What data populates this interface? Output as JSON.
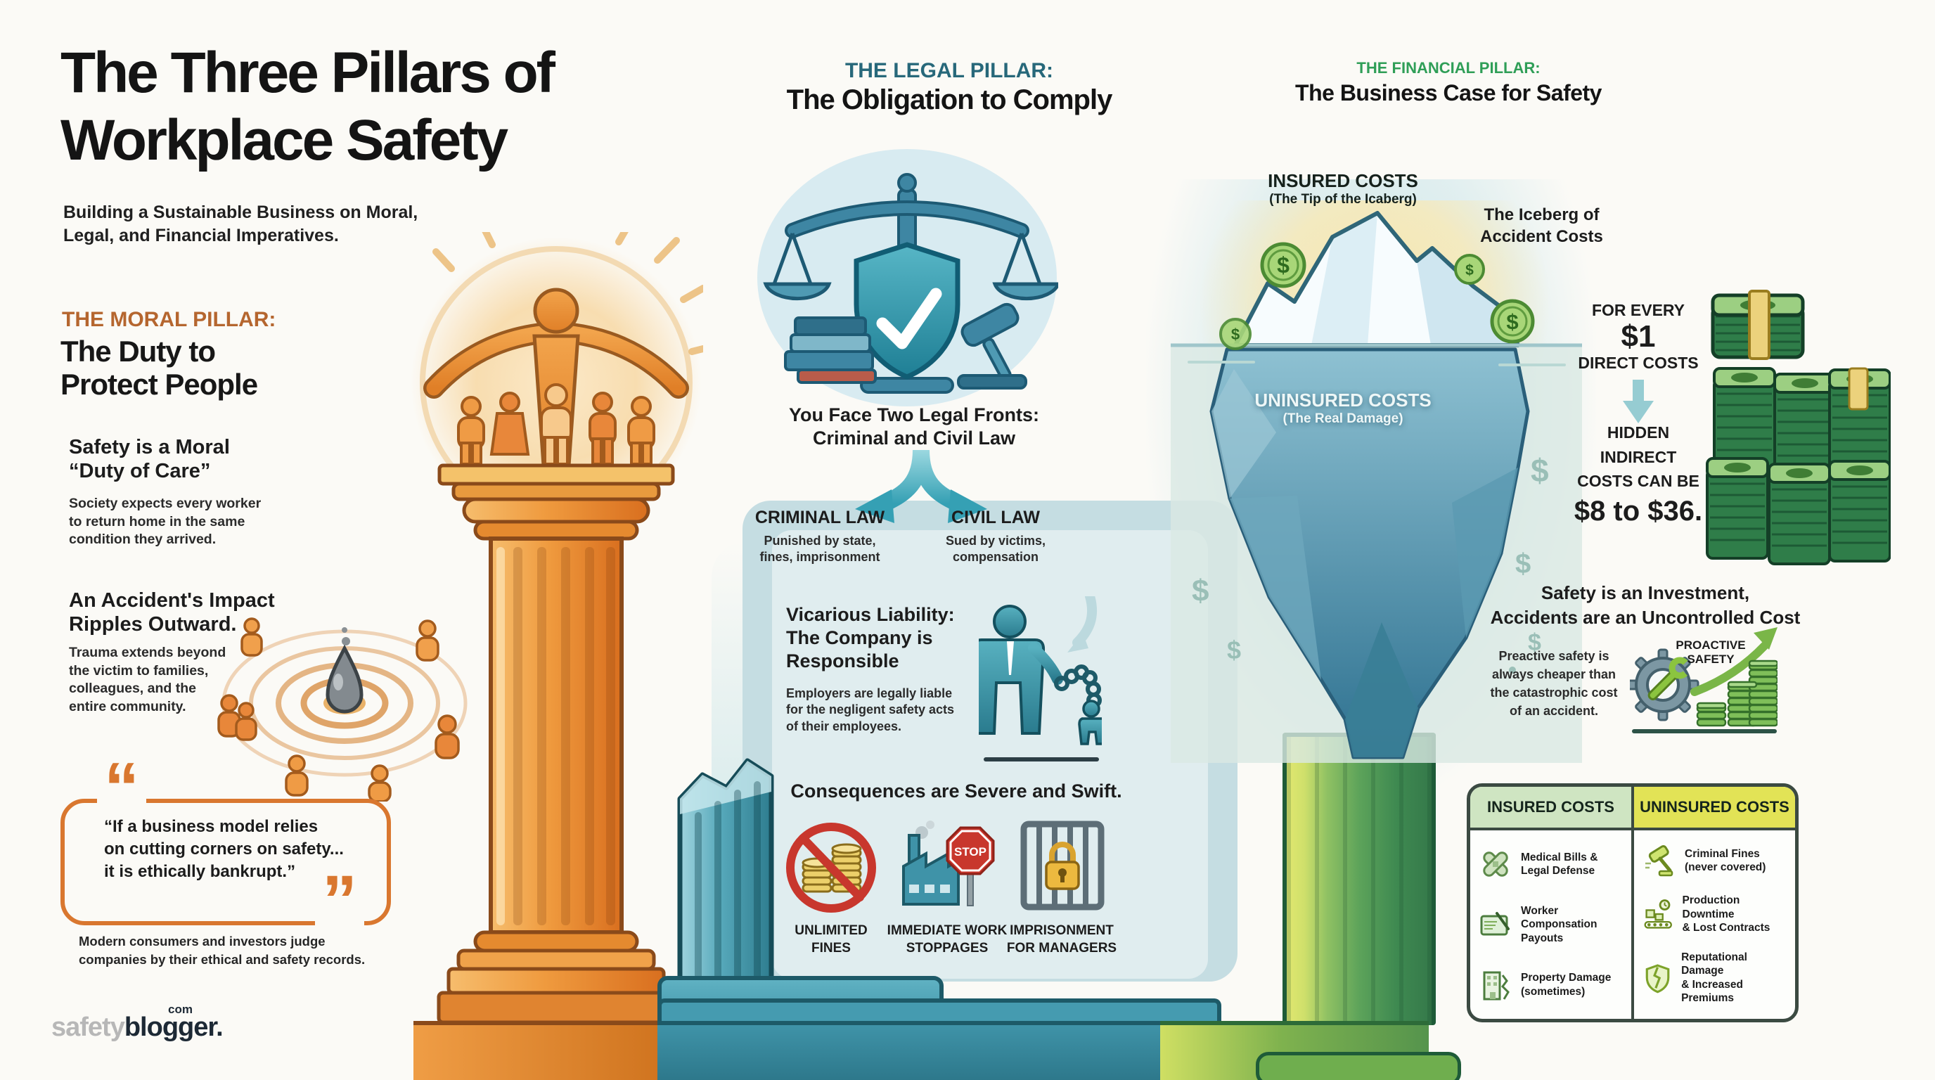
{
  "header": {
    "title": "The Three Pillars of\nWorkplace Safety",
    "subtitle": "Building a Sustainable Business on Moral,\nLegal, and Financial Imperatives."
  },
  "moral": {
    "kicker": "THE MORAL PILLAR:",
    "heading": "The Duty to\nProtect People",
    "duty_title": "Safety is a Moral\n“Duty of Care”",
    "duty_body": "Society expects every worker\nto return home in the same\ncondition they arrived.",
    "ripple_title": "An Accident's Impact\nRipples Outward.",
    "ripple_body": "Trauma extends beyond\nthe victim to families,\ncolleagues, and the\nentire community.",
    "quote": "“If a business model relies\non cutting corners on safety...\nit is ethically bankrupt.”",
    "quote_caption": "Modern consumers and investors judge\ncompanies by their ethical and safety records.",
    "open_quote": "“",
    "close_quote": "”",
    "accent_color": "#b5662f"
  },
  "legal": {
    "kicker": "THE LEGAL PILLAR:",
    "heading": "The Obligation to Comply",
    "fronts_title": "You Face Two Legal Fronts:\nCriminal and Civil Law",
    "criminal_title": "CRIMINAL LAW",
    "criminal_body": "Punished by state,\nfines, imprisonment",
    "civil_title": "CIVIL LAW",
    "civil_body": "Sued by victims,\ncompensation",
    "vicarious_title": "Vicarious Liability:\nThe Company is\nResponsible",
    "vicarious_body": "Employers are legally liable\nfor the negligent safety acts\nof their employees.",
    "consequences_title": "Consequences are Severe and Swift.",
    "stop_sign_label": "STOP",
    "consequences": [
      {
        "label": "UNLIMITED\nFINES",
        "icon": "no-coins-icon"
      },
      {
        "label": "IMMEDIATE WORK\nSTOPPAGES",
        "icon": "factory-stop-icon"
      },
      {
        "label": "IMPRISONMENT\nFOR MANAGERS",
        "icon": "jail-padlock-icon"
      }
    ],
    "accent_color": "#27687a"
  },
  "financial": {
    "kicker": "THE FINANCIAL PILLAR:",
    "heading": "The Business Case for Safety",
    "insured_label": "INSURED COSTS",
    "insured_sub": "(The Tip of the Icaberg)",
    "uninsured_label": "UNINSURED COSTS",
    "uninsured_sub": "(The Real Damage)",
    "iceberg_title": "The Iceberg of\nAccident Costs",
    "for_every": "FOR EVERY",
    "direct_amount": "$1",
    "direct_label": "DIRECT COSTS",
    "hidden_label": "HIDDEN\nINDIRECT\nCOSTS CAN BE",
    "hidden_amount": "$8 to $36.",
    "investment_title": "Safety is an Investment,\nAccidents are an Uncontrolled Cost",
    "investment_body": "Preactive safety is\nalways cheaper than\nthe catastrophic cost\nof an accident.",
    "proactive_label": "PROACTIVE\nSAFETY",
    "currency": "$",
    "table": {
      "insured_header": "INSURED COSTS",
      "uninsured_header": "UNINSURED COSTS",
      "insured_items": [
        {
          "label": "Medical Bills &\nLegal Defense",
          "icon": "bandages-icon"
        },
        {
          "label": "Worker\nComponsation\nPayouts",
          "icon": "cheque-icon"
        },
        {
          "label": "Property Damage\n(sometimes)",
          "icon": "building-crack-icon"
        }
      ],
      "uninsured_items": [
        {
          "label": "Criminal Fines\n(never covered)",
          "icon": "gavel-icon"
        },
        {
          "label": "Production Downtime\n& Lost Contracts",
          "icon": "conveyor-icon"
        },
        {
          "label": "Reputational Damage\n& Increased Premiums",
          "icon": "broken-shield-icon"
        }
      ]
    },
    "accent_color": "#2f9e57"
  },
  "footer": {
    "logo_gray": "safety",
    "logo_dark": "blogger.",
    "logo_tld": "com"
  }
}
